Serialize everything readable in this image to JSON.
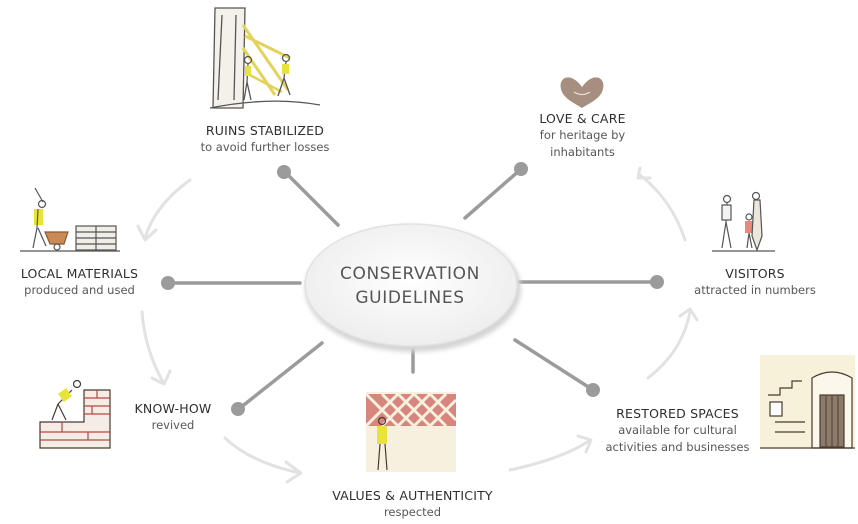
{
  "center": {
    "line1": "CONSERVATION",
    "line2": "GUIDELINES"
  },
  "nodes": {
    "ruins": {
      "title": "RUINS STABILIZED",
      "sub": "to avoid further losses"
    },
    "love": {
      "title": "LOVE & CARE",
      "sub1": "for heritage by",
      "sub2": "inhabitants"
    },
    "local": {
      "title": "LOCAL MATERIALS",
      "sub": "produced and used"
    },
    "visitors": {
      "title": "VISITORS",
      "sub": "attracted in numbers"
    },
    "knowhow": {
      "title": "KNOW-HOW",
      "sub": "revived"
    },
    "values": {
      "title": "VALUES & AUTHENTICITY",
      "sub": "respected"
    },
    "restored": {
      "title": "RESTORED SPACES",
      "sub1": "available for cultural",
      "sub2": "activities and businesses"
    }
  },
  "colors": {
    "spoke": "#9b9b9b",
    "dot": "#9b9b9b",
    "arrow": "#e3e3e3",
    "ellipse": "#f3f3f3",
    "heart": "#a68f80",
    "lattice": "#d9847c",
    "vest": "#e8e33a"
  }
}
